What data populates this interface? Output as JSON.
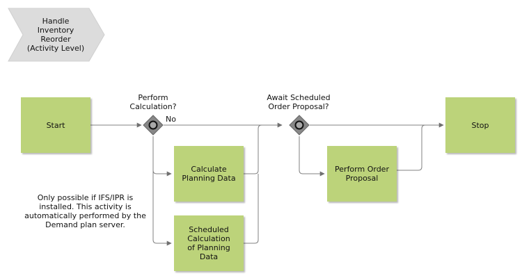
{
  "header": {
    "title": "Handle\nInventory\nReorder\n(Activity Level)"
  },
  "nodes": {
    "start": "Start",
    "stop": "Stop",
    "calculate": "Calculate\nPlanning Data",
    "scheduled": "Scheduled\nCalculation\nof Planning\nData",
    "perform_order": "Perform Order\nProposal"
  },
  "gateways": {
    "perform_calculation": "Perform\nCalculation?",
    "await_scheduled": "Await Scheduled\nOrder Proposal?",
    "no_label": "No"
  },
  "note": "Only possible if IFS/IPR is\ninstalled. This activity is\nautomatically performed by the\nDemand plan server.",
  "colors": {
    "activity_fill": "#bcd37a",
    "chevron_fill": "#dcdcdc",
    "gateway_fill": "#888888",
    "connector": "#808080"
  }
}
